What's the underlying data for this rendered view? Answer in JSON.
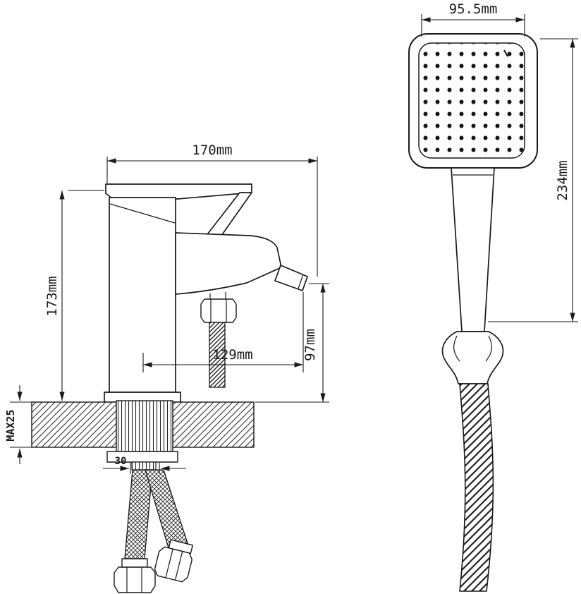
{
  "colors": {
    "ink": "#1a1a1a",
    "paper": "#ffffff"
  },
  "faucet": {
    "labels": {
      "width": "170mm",
      "height": "173mm",
      "spout_reach": "129mm",
      "spout_height": "97mm",
      "max_deck_thickness": "MAX25",
      "shank_width": "30"
    }
  },
  "hand_shower": {
    "labels": {
      "head_width": "95.5mm",
      "length": "234mm"
    }
  }
}
